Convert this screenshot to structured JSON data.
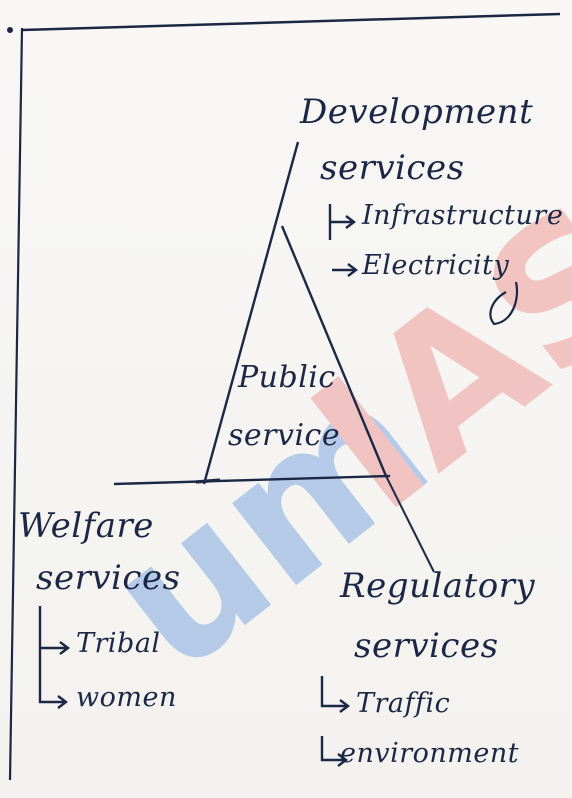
{
  "diagram": {
    "center_line1": "Public",
    "center_line2": "service",
    "top_right": {
      "line1": "Development",
      "line2": "services",
      "items": [
        "Infrastructure",
        "Electricity"
      ]
    },
    "bottom_left": {
      "line1": "Welfare",
      "line2": "services",
      "items": [
        "Tribal",
        "women"
      ]
    },
    "bottom_right": {
      "line1": "Regulatory",
      "line2": "services",
      "items": [
        "Traffic",
        "environment"
      ]
    }
  },
  "watermark": {
    "text": "umIAS",
    "colors": [
      "#3f7fd6",
      "#e96a6a"
    ]
  }
}
